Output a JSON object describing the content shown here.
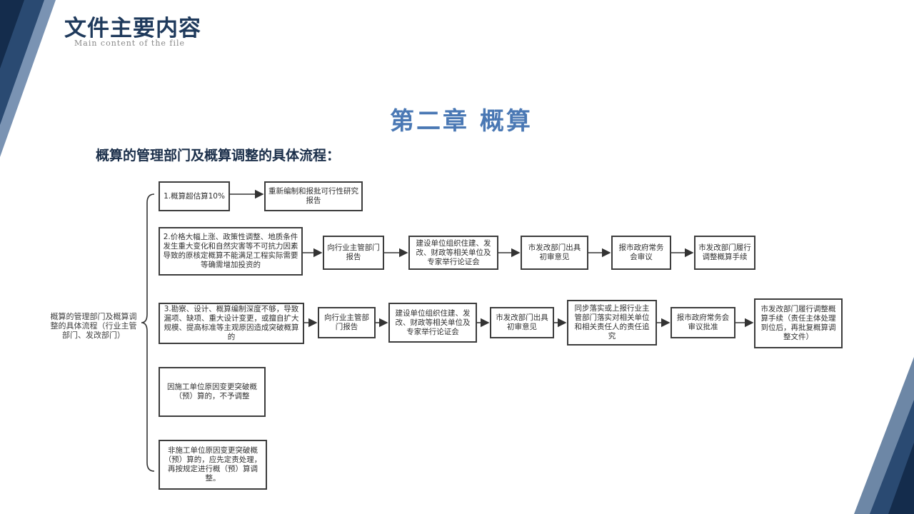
{
  "header": {
    "title": "文件主要内容",
    "subtitle": "Main content of the file"
  },
  "chapter_title": "第二章  概算",
  "section_title": "概算的管理部门及概算调整的具体流程：",
  "diagram": {
    "root": "概算的管理部门及概算调整的具体流程（行业主管部门、发改部门）",
    "branch1": {
      "condition": "1.概算超估算10%",
      "steps": [
        "重新编制和报批可行性研究报告"
      ]
    },
    "branch2": {
      "condition": "2.价格大幅上涨、政策性调整、地质条件发生重大变化和自然灾害等不可抗力因素导致的原核定概算不能满足工程实际需要等确需增加投资的",
      "steps": [
        "向行业主管部门报告",
        "建设单位组织住建、发改、财政等相关单位及专家举行论证会",
        "市发改部门出具初审意见",
        "报市政府常务会审议",
        "市发改部门履行调整概算手续"
      ]
    },
    "branch3": {
      "condition": "3.勘察、设计、概算编制深度不够，导致漏项、缺项、重大设计变更，或擅自扩大规模、提高标准等主观原因造成突破概算的",
      "steps": [
        "向行业主管部门报告",
        "建设单位组织住建、发改、财政等相关单位及专家举行论证会",
        "市发改部门出具初审意见",
        "同步落实或上报行业主管部门落实对相关单位和相关责任人的责任追究",
        "报市政府常务会审议批准",
        "市发改部门履行调整概算手续（责任主体处理到位后，再批复概算调整文件）"
      ]
    },
    "branch4": {
      "condition": "因施工单位原因变更突破概（预）算的，不予调整"
    },
    "branch5": {
      "condition": "非施工单位原因变更突破概（预）算的，应先定责处理，再按规定进行概（预）算调整。"
    }
  },
  "colors": {
    "dark_navy": "#1f3a5c",
    "mid_blue": "#4a78b4",
    "gray_blue": "#6d87a6",
    "box_border": "#3c3c3c"
  }
}
